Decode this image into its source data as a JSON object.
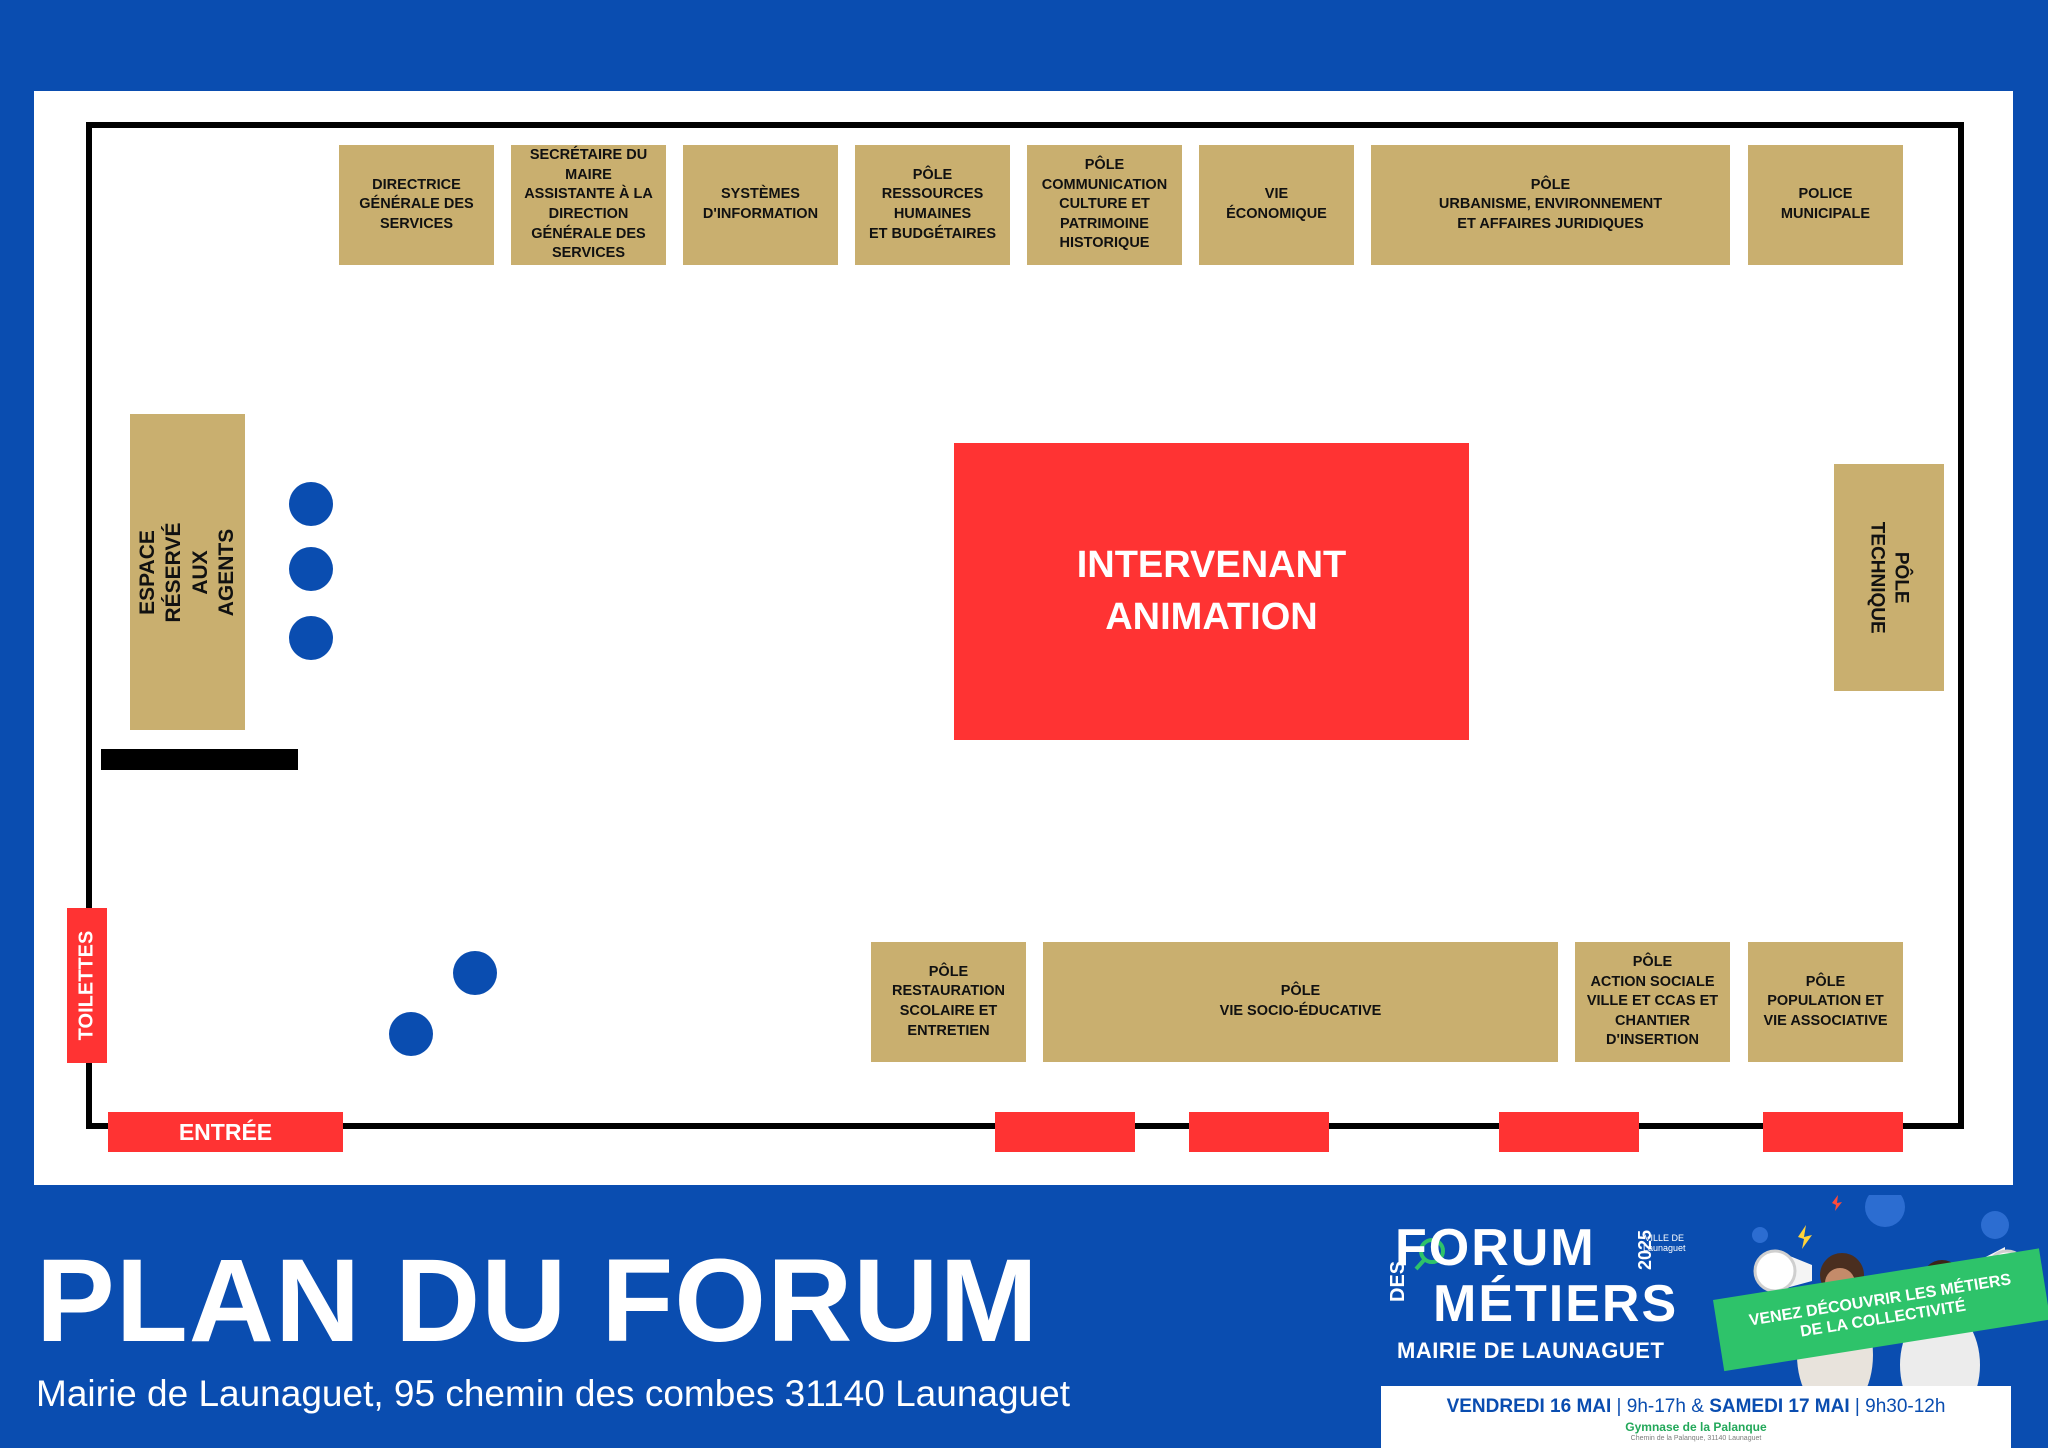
{
  "plan": {
    "booths_top": [
      {
        "label": "DIRECTRICE\nGÉNÉRALE DES\nSERVICES"
      },
      {
        "label": "SECRÉTAIRE DU\nMAIRE\nASSISTANTE À LA\nDIRECTION\nGÉNÉRALE DES\nSERVICES"
      },
      {
        "label": "SYSTÈMES\nD'INFORMATION"
      },
      {
        "label": "PÔLE\nRESSOURCES\nHUMAINES\nET BUDGÉTAIRES"
      },
      {
        "label": "PÔLE\nCOMMUNICATION\nCULTURE ET\nPATRIMOINE\nHISTORIQUE"
      },
      {
        "label": "VIE\nÉCONOMIQUE"
      },
      {
        "label": "PÔLE\nURBANISME, ENVIRONNEMENT\nET AFFAIRES JURIDIQUES"
      },
      {
        "label": "POLICE\nMUNICIPALE"
      }
    ],
    "booths_bottom": [
      {
        "label": "PÔLE\nRESTAURATION\nSCOLAIRE ET\nENTRETIEN"
      },
      {
        "label": "PÔLE\nVIE SOCIO-ÉDUCATIVE"
      },
      {
        "label": "PÔLE\nACTION SOCIALE\nVILLE ET CCAS ET\nCHANTIER\nD'INSERTION"
      },
      {
        "label": "PÔLE\nPOPULATION ET\nVIE ASSOCIATIVE"
      }
    ],
    "agents_area": "ESPACE RÉSERVÉ\nAUX AGENTS",
    "technique": "PÔLE\nTECHNIQUE",
    "center": "INTERVENANT\nANIMATION",
    "toilettes": "TOILETTES",
    "entree": "ENTRÉE"
  },
  "footer": {
    "title": "PLAN DU FORUM",
    "address": "Mairie de Launaguet, 95 chemin des combes 31140 Launaguet"
  },
  "logo": {
    "forum": "FORUM",
    "des": "DES",
    "metiers": "MÉTIERS",
    "year": "2025",
    "mairie": "MAIRIE DE LAUNAGUET",
    "ville": "VILLE DE\nLaunaguet",
    "banner": "VENEZ DÉCOUVRIR LES MÉTIERS\nDE LA COLLECTIVITÉ",
    "day1": "VENDREDI 16 MAI",
    "hours1": "9h-17h",
    "amp": "&",
    "day2": "SAMEDI 17 MAI",
    "hours2": "9h30-12h",
    "venue": "Gymnase de la Palanque",
    "venue_address": "Chemin de la Palanque, 31140 Launaguet"
  },
  "colors": {
    "brand_blue": "#0a4db0",
    "booth_gold": "#c9af6f",
    "accent_red": "#ff3333",
    "green": "#2ec36a"
  }
}
